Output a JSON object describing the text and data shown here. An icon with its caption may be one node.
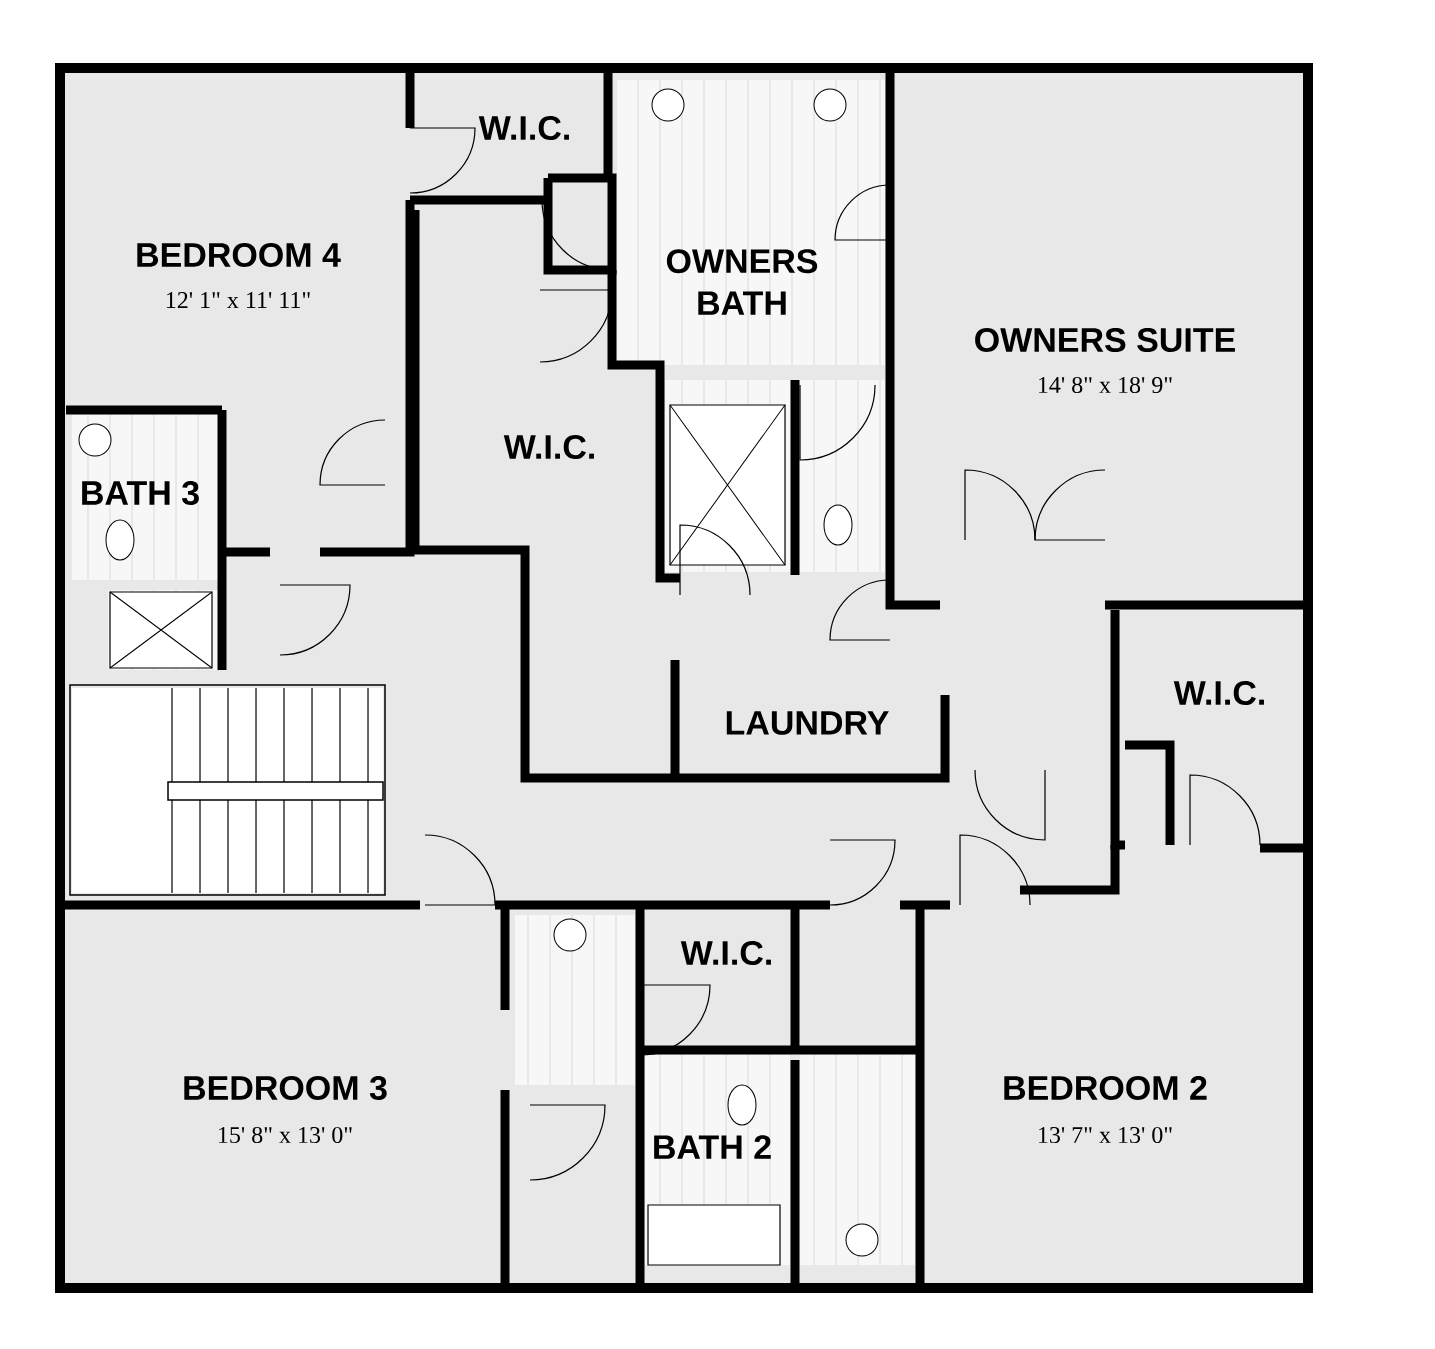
{
  "diagram": {
    "labels": [
      "W.I.C.",
      "BEDROOM 4",
      "12' 1\" x 11' 11\"",
      "OWNERS BATH",
      "OWNERS SUITE",
      "14' 8\" x 18' 9\"",
      "W.I.C.",
      "BATH 3",
      "W.I.C.",
      "LAUNDRY",
      "W.I.C.",
      "BEDROOM 3",
      "15' 8\" x 13' 0\"",
      "BEDROOM 2",
      "13' 7\" x 13' 0\"",
      "BATH 2"
    ]
  }
}
